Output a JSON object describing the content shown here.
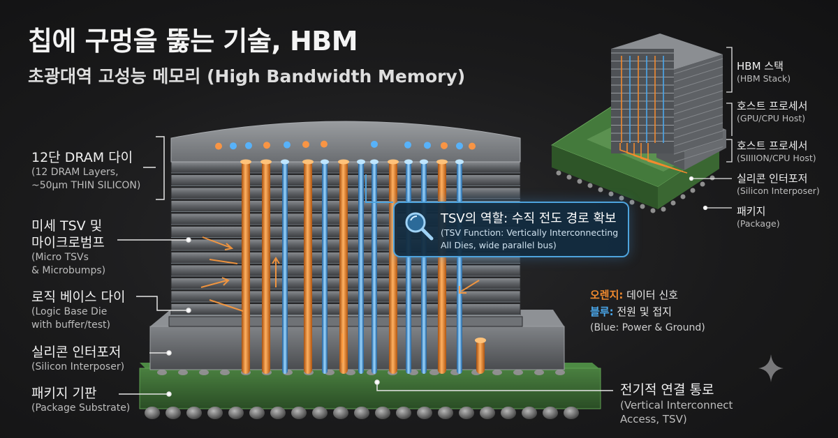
{
  "title": "칩에 구멍을 뚫는 기술, HBM",
  "subtitle": "초광대역 고성능 메모리 (High Bandwidth Memory)",
  "left_labels": [
    {
      "ko": "12단 DRAM 다이",
      "en": "(12 DRAM Layers,\n~50µm THIN SILICON)"
    },
    {
      "ko": "미세 TSV 및\n마이크로범프",
      "en": "(Micro TSVs\n& Microbumps)"
    },
    {
      "ko": "로직 베이스 다이",
      "en": "(Logic Base Die\nwith buffer/test)"
    },
    {
      "ko": "실리콘 인터포저",
      "en": "(Silicon Interposer)"
    },
    {
      "ko": "패키지 기판",
      "en": "(Package Substrate)"
    }
  ],
  "bottom_label": {
    "ko": "전기적 연결 통로",
    "en": "(Vertical Interconnect\nAccess, TSV)"
  },
  "callout": {
    "title": "TSV의 역할: 수직 전도 경로 확보",
    "desc": "(TSV Function: Vertically Interconnecting\nAll Dies, wide parallel bus)"
  },
  "inset_labels": [
    {
      "ko": "HBM 스택",
      "en": "(HBM Stack)"
    },
    {
      "ko": "호스트 프로세서",
      "en": "(GPU/CPU Host)"
    },
    {
      "ko": "호스트 프로세서",
      "en": "(SIIIION/CPU Host)"
    },
    {
      "ko": "실리콘 인터포저",
      "en": "(Silicon Interposer)"
    },
    {
      "ko": "패키지",
      "en": "(Package)"
    }
  ],
  "legend": {
    "orange_key": "오렌지:",
    "orange_text": " 데이터 신호",
    "blue_key": "블루:",
    "blue_text": " 전원 및 접지",
    "sub": "(Blue: Power & Ground)"
  },
  "colors": {
    "orange": "#f28a2e",
    "blue": "#4aa8ec",
    "substrate_green": "#3c6e34",
    "callout_border": "#4ea4de"
  },
  "icons": [
    "magnifier-icon",
    "sparkle-icon"
  ]
}
